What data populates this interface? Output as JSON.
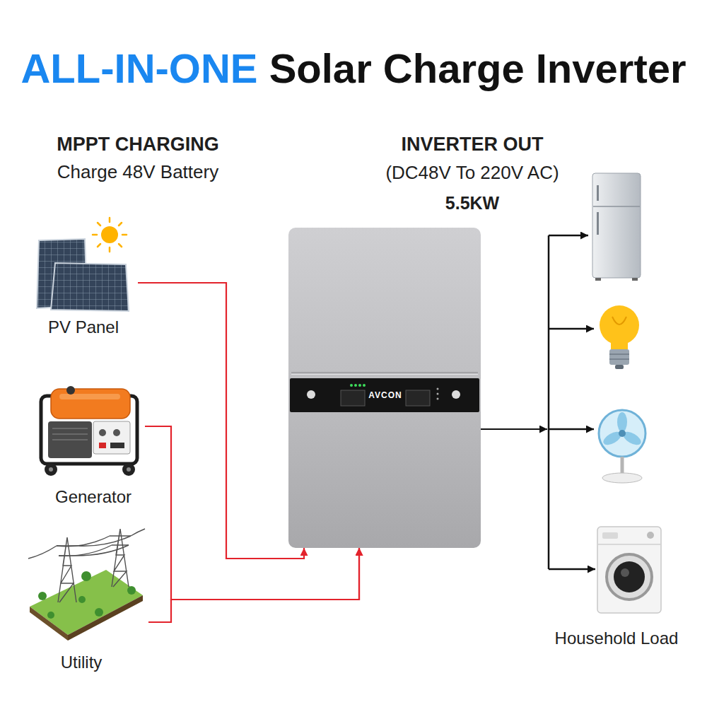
{
  "diagram": {
    "title": "ALL-IN-ONE Solar Charge Inverter",
    "nodes": [
      {
        "text": [
          "PV Panel"
        ]
      },
      {
        "text": [
          "Generator"
        ]
      },
      {
        "text": [
          "Utility"
        ]
      },
      {
        "text": [
          "INVERTER OUT",
          "(DC48V To 220V AC)",
          "5.5KW",
          "AVCON"
        ]
      },
      {
        "text": [
          "Household Load"
        ]
      }
    ],
    "edges": [
      {
        "from": 0,
        "to": 3,
        "arrow": "to"
      },
      {
        "from": 1,
        "to": 3,
        "arrow": "to"
      },
      {
        "from": 2,
        "to": 3,
        "arrow": "to"
      },
      {
        "from": 3,
        "to": 4,
        "arrow": "to"
      }
    ],
    "labels": [
      "MPPT CHARGING",
      "Charge 48V Battery"
    ]
  }
}
